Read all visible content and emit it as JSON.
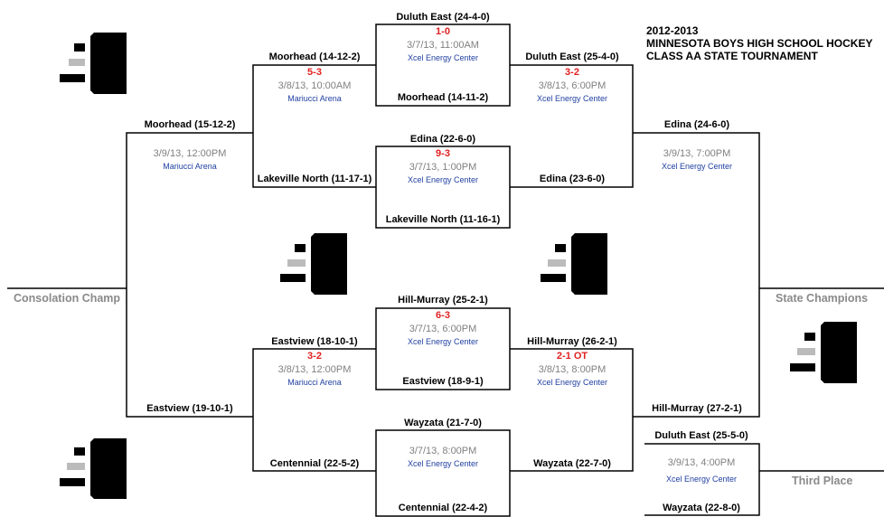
{
  "title": {
    "line1": "2012-2013",
    "line2": "MINNESOTA BOYS HIGH SCHOOL HOCKEY",
    "line3": "CLASS AA STATE TOURNAMENT"
  },
  "qf": [
    {
      "top": "Duluth East (24-4-0)",
      "score": "1-0",
      "date": "3/7/13, 11:00AM",
      "venue": "Xcel Energy Center",
      "bottom": "Moorhead (14-11-2)"
    },
    {
      "top": "Edina (22-6-0)",
      "score": "9-3",
      "date": "3/7/13, 1:00PM",
      "venue": "Xcel Energy Center",
      "bottom": "Lakeville North (11-16-1)"
    },
    {
      "top": "Hill-Murray (25-2-1)",
      "score": "6-3",
      "date": "3/7/13, 6:00PM",
      "venue": "Xcel Energy Center",
      "bottom": "Eastview (18-9-1)"
    },
    {
      "top": "Wayzata (21-7-0)",
      "score": "",
      "date": "3/7/13, 8:00PM",
      "venue": "Xcel Energy Center",
      "bottom": "Centennial (22-4-2)"
    }
  ],
  "consolation_semis": [
    {
      "top": "Moorhead (14-12-2)",
      "score": "5-3",
      "date": "3/8/13, 10:00AM",
      "venue": "Mariucci Arena",
      "bottom": "Lakeville North (11-17-1)"
    },
    {
      "top": "Eastview (18-10-1)",
      "score": "3-2",
      "date": "3/8/13, 12:00PM",
      "venue": "Mariucci Arena",
      "bottom": "Centennial (22-5-2)"
    }
  ],
  "consolation_final": {
    "top": "Moorhead (15-12-2)",
    "date": "3/9/13, 12:00PM",
    "venue": "Mariucci Arena",
    "bottom": "Eastview (19-10-1)",
    "label": "Consolation Champ"
  },
  "semis": [
    {
      "top": "Duluth East (25-4-0)",
      "score": "3-2",
      "date": "3/8/13, 6:00PM",
      "venue": "Xcel Energy Center",
      "bottom": "Edina (23-6-0)"
    },
    {
      "top": "Hill-Murray (26-2-1)",
      "score": "2-1 OT",
      "date": "3/8/13, 8:00PM",
      "venue": "Xcel Energy Center",
      "bottom": "Wayzata (22-7-0)"
    }
  ],
  "final": {
    "top": "Edina (24-6-0)",
    "date": "3/9/13, 7:00PM",
    "venue": "Xcel Energy Center",
    "bottom": "Hill-Murray (27-2-1)",
    "label": "State Champions"
  },
  "third": {
    "top": "Duluth East (25-5-0)",
    "date": "3/9/13, 4:00PM",
    "venue": "Xcel Energy Center",
    "bottom": "Wayzata (22-8-0)",
    "label": "Third Place"
  },
  "colors": {
    "score": "#e02020",
    "venue": "#1f3fa0",
    "date": "#808080",
    "side_label": "#8a8a8a"
  },
  "icons": [
    "trophy-icon",
    "trophy-icon",
    "trophy-icon",
    "trophy-icon",
    "trophy-icon"
  ]
}
